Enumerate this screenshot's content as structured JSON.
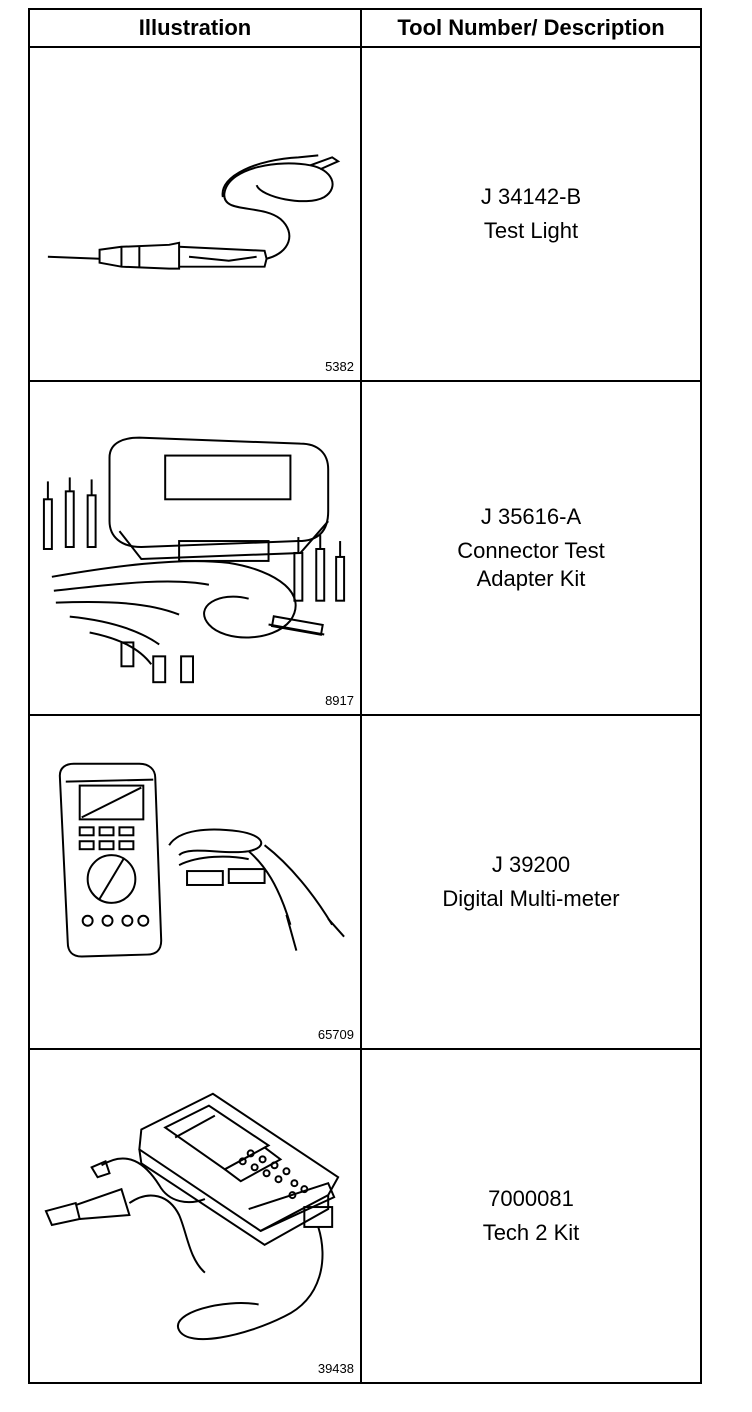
{
  "table": {
    "headers": {
      "illustration": "Illustration",
      "description": "Tool Number/ Description"
    },
    "rows": [
      {
        "figure_number": "5382",
        "tool_number": "J 34142-B",
        "description": "Test Light"
      },
      {
        "figure_number": "8917",
        "tool_number": "J 35616-A",
        "description": "Connector Test\nAdapter Kit"
      },
      {
        "figure_number": "65709",
        "tool_number": "J 39200",
        "description": "Digital Multi-meter"
      },
      {
        "figure_number": "39438",
        "tool_number": "7000081",
        "description": "Tech 2 Kit"
      }
    ]
  }
}
